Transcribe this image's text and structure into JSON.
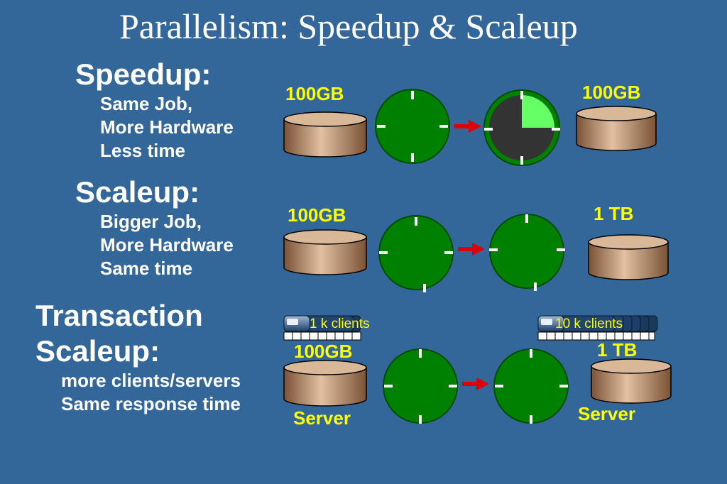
{
  "title": "Parallelism: Speedup & Scaleup",
  "speedup": {
    "heading": "Speedup:",
    "lines": [
      "Same Job,",
      "More Hardware",
      "Less time"
    ],
    "left_size": "100GB",
    "right_size": "100GB",
    "elapsed_fraction": 0.25
  },
  "scaleup": {
    "heading": "Scaleup:",
    "lines": [
      "Bigger Job,",
      "More Hardware",
      "Same time"
    ],
    "left_size": "100GB",
    "right_size": "1 TB"
  },
  "transaction": {
    "heading_line1": "Transaction",
    "heading_line2": "Scaleup:",
    "lines": [
      "more clients/servers",
      "Same  response time"
    ],
    "left_clients": "1 k clients",
    "right_clients": "10 k clients",
    "left_size": "100GB",
    "right_size": "1 TB",
    "left_server": "Server",
    "right_server": "Server"
  },
  "colors": {
    "background": "#336699",
    "clock_green": "#008000",
    "clock_elapsed": "#66ff66",
    "clock_dark": "#333333",
    "arrow": "#dd0000",
    "label_yellow": "#ffff00",
    "disk_body": "#b88a6a"
  }
}
